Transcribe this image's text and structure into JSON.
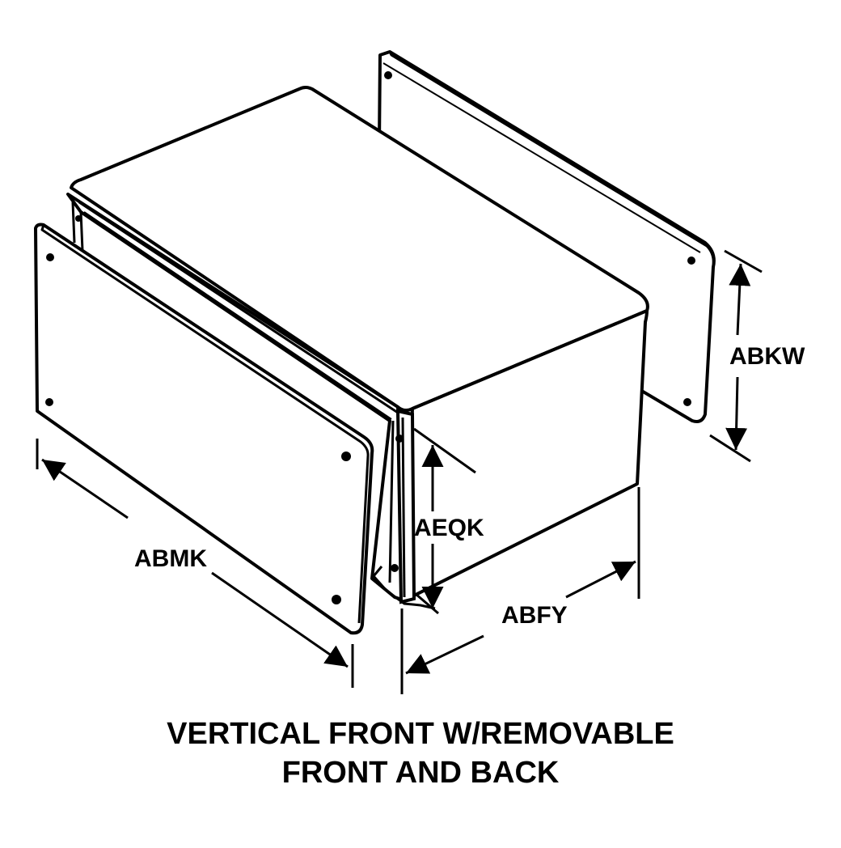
{
  "labels": {
    "width_dimension": "ABMK",
    "front_height_dimension": "AEQK",
    "depth_dimension": "ABFY",
    "back_height_dimension": "ABKW"
  },
  "caption": {
    "line1": "VERTICAL FRONT W/REMOVABLE",
    "line2": "FRONT AND BACK"
  }
}
